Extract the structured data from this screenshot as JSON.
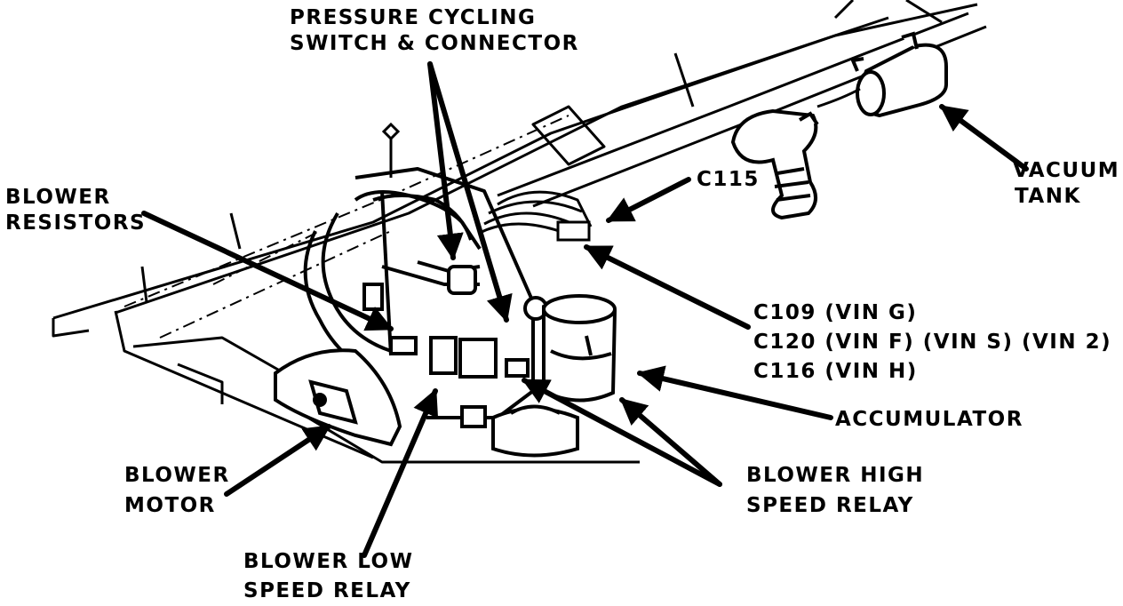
{
  "labels": {
    "pressure_switch": [
      "PRESSURE CYCLING",
      "SWITCH & CONNECTOR"
    ],
    "vacuum_tank": [
      "VACUUM",
      "TANK"
    ],
    "c115": "C115",
    "blower_resistors": [
      "BLOWER",
      "RESISTORS"
    ],
    "connectors": [
      "C109 (VIN G)",
      "C120 (VIN F) (VIN S) (VIN 2)",
      "C116 (VIN H)"
    ],
    "accumulator": "ACCUMULATOR",
    "blower_motor": [
      "BLOWER",
      "MOTOR"
    ],
    "blower_high_speed_relay": [
      "BLOWER HIGH",
      "SPEED RELAY"
    ],
    "blower_low_speed_relay": [
      "BLOWER LOW",
      "SPEED RELAY"
    ]
  },
  "colors": {
    "ink": "#000000",
    "paper": "#ffffff"
  }
}
